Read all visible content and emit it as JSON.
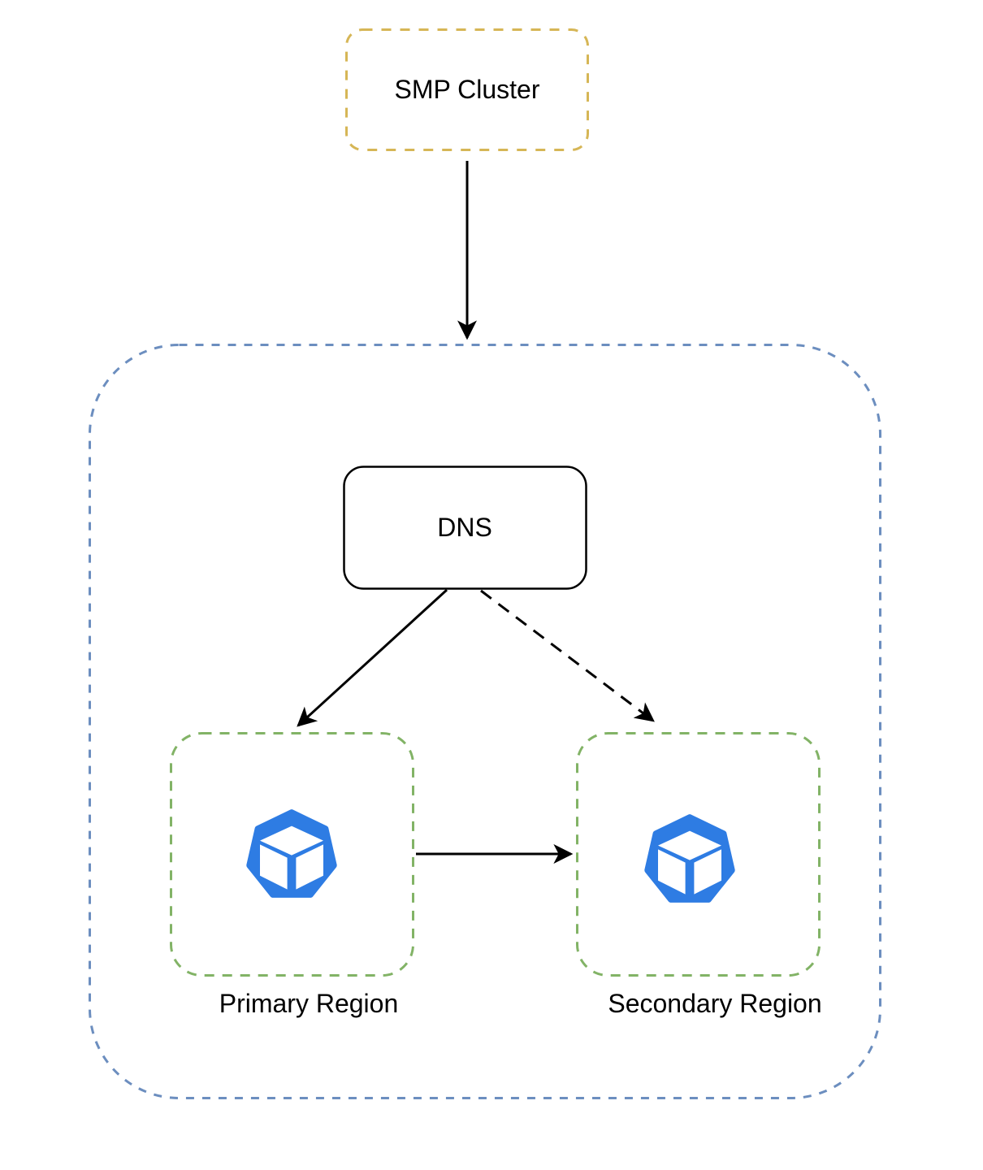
{
  "diagram": {
    "nodes": {
      "smp_cluster": {
        "label": "SMP Cluster",
        "border_color": "#D6B656",
        "border_style": "dashed",
        "fill": "#FFFFFF"
      },
      "region_container": {
        "label": "",
        "border_color": "#6C8EBF",
        "border_style": "dashed",
        "fill": "#FFFFFF"
      },
      "dns": {
        "label": "DNS",
        "border_color": "#000000",
        "border_style": "solid",
        "fill": "#FFFFFF"
      },
      "primary_region": {
        "label": "Primary Region",
        "border_color": "#82B366",
        "border_style": "dashed",
        "fill": "#FFFFFF",
        "icon": "kubernetes-cluster-icon"
      },
      "secondary_region": {
        "label": "Secondary Region",
        "border_color": "#82B366",
        "border_style": "dashed",
        "fill": "#FFFFFF",
        "icon": "kubernetes-cluster-icon"
      }
    },
    "edges": [
      {
        "from": "smp_cluster",
        "to": "region_container",
        "style": "solid",
        "arrowhead": "filled"
      },
      {
        "from": "dns",
        "to": "primary_region",
        "style": "solid",
        "arrowhead": "filled"
      },
      {
        "from": "dns",
        "to": "secondary_region",
        "style": "dashed",
        "arrowhead": "filled"
      },
      {
        "from": "primary_region",
        "to": "secondary_region",
        "style": "solid",
        "arrowhead": "filled"
      }
    ],
    "colors": {
      "icon_blue": "#2E7CE3",
      "arrow": "#000000",
      "background": "#FFFFFF"
    }
  }
}
